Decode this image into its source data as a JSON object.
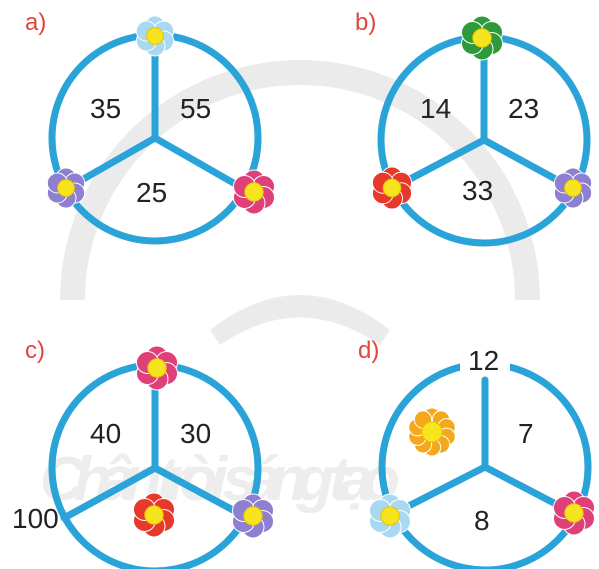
{
  "colors": {
    "ring": "#2aa3d9",
    "label": "#e0463a",
    "text": "#222222",
    "flower_blue": "#a9d8f2",
    "flower_green": "#2e9a3a",
    "flower_purple": "#8f7fd0",
    "flower_pink": "#e0407a",
    "flower_red": "#e8382a",
    "flower_orange": "#f5a81c",
    "flower_center": "#f6e51e"
  },
  "watermark": {
    "text": "Chân trời sáng tạo"
  },
  "puzzles": [
    {
      "label": "a)",
      "top_number": "",
      "numbers": {
        "left": "35",
        "right": "55",
        "bottom": "25",
        "outer_left": ""
      },
      "flowers": {
        "top": "blue",
        "left": "purple",
        "right": "pink",
        "inner": ""
      }
    },
    {
      "label": "b)",
      "top_number": "",
      "numbers": {
        "left": "14",
        "right": "23",
        "bottom": "33",
        "outer_left": ""
      },
      "flowers": {
        "top": "green",
        "left": "red",
        "right": "purple",
        "inner": ""
      }
    },
    {
      "label": "c)",
      "top_number": "",
      "numbers": {
        "left": "40",
        "right": "30",
        "bottom": "",
        "outer_left": "100"
      },
      "flowers": {
        "top": "pink",
        "left": "",
        "right": "purple",
        "inner": "red"
      }
    },
    {
      "label": "d)",
      "top_number": "12",
      "numbers": {
        "left": "",
        "right": "7",
        "bottom": "8",
        "outer_left": ""
      },
      "flowers": {
        "top": "",
        "left": "blue",
        "right": "pink",
        "inner": "orange"
      }
    }
  ]
}
